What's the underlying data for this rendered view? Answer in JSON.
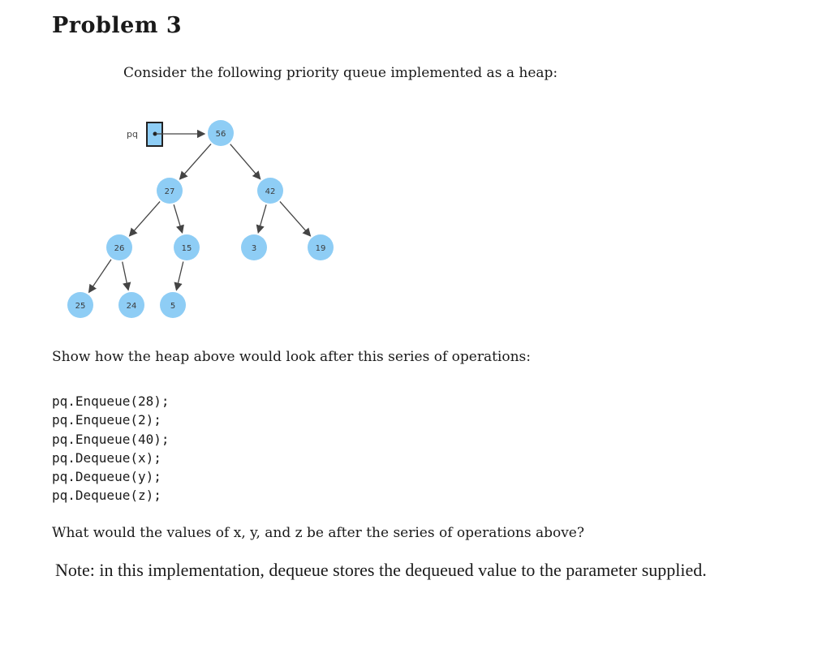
{
  "title": "Problem 3",
  "intro": "Consider the following priority queue implemented as a heap:",
  "diagram": {
    "pointer_label": "pq",
    "node_color": "#8ecdf5",
    "nodes": [
      "56",
      "27",
      "42",
      "26",
      "15",
      "3",
      "19",
      "25",
      "24",
      "5"
    ]
  },
  "show_text": "Show how the heap above would look after this series of operations:",
  "code_lines": [
    "pq.Enqueue(28);",
    "pq.Enqueue(2);",
    "pq.Enqueue(40);",
    "pq.Dequeue(x);",
    "pq.Dequeue(y);",
    "pq.Dequeue(z);"
  ],
  "question": "What would the values of x, y, and z be after the series of operations above?",
  "note": "Note: in this implementation, dequeue stores the dequeued value to the parameter supplied."
}
